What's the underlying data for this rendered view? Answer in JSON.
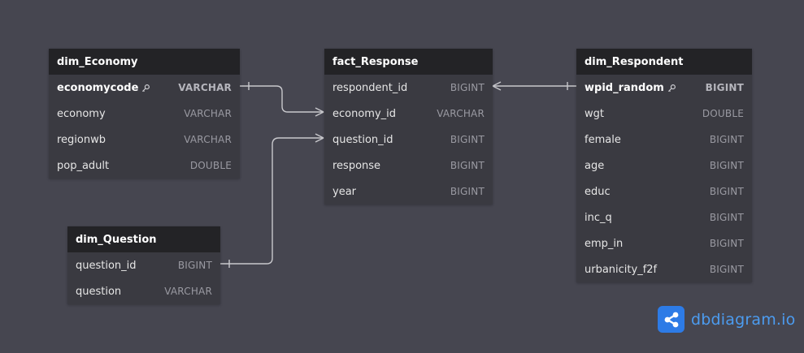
{
  "tables": {
    "dim_economy": {
      "name": "dim_Economy",
      "fields": [
        {
          "name": "economycode",
          "type": "VARCHAR",
          "pk": true
        },
        {
          "name": "economy",
          "type": "VARCHAR",
          "pk": false
        },
        {
          "name": "regionwb",
          "type": "VARCHAR",
          "pk": false
        },
        {
          "name": "pop_adult",
          "type": "DOUBLE",
          "pk": false
        }
      ]
    },
    "fact_response": {
      "name": "fact_Response",
      "fields": [
        {
          "name": "respondent_id",
          "type": "BIGINT",
          "pk": false
        },
        {
          "name": "economy_id",
          "type": "VARCHAR",
          "pk": false
        },
        {
          "name": "question_id",
          "type": "BIGINT",
          "pk": false
        },
        {
          "name": "response",
          "type": "BIGINT",
          "pk": false
        },
        {
          "name": "year",
          "type": "BIGINT",
          "pk": false
        }
      ]
    },
    "dim_respondent": {
      "name": "dim_Respondent",
      "fields": [
        {
          "name": "wpid_random",
          "type": "BIGINT",
          "pk": true
        },
        {
          "name": "wgt",
          "type": "DOUBLE",
          "pk": false
        },
        {
          "name": "female",
          "type": "BIGINT",
          "pk": false
        },
        {
          "name": "age",
          "type": "BIGINT",
          "pk": false
        },
        {
          "name": "educ",
          "type": "BIGINT",
          "pk": false
        },
        {
          "name": "inc_q",
          "type": "BIGINT",
          "pk": false
        },
        {
          "name": "emp_in",
          "type": "BIGINT",
          "pk": false
        },
        {
          "name": "urbanicity_f2f",
          "type": "BIGINT",
          "pk": false
        }
      ]
    },
    "dim_question": {
      "name": "dim_Question",
      "fields": [
        {
          "name": "question_id",
          "type": "BIGINT",
          "pk": false
        },
        {
          "name": "question",
          "type": "VARCHAR",
          "pk": false
        }
      ]
    }
  },
  "icons": {
    "primary_key": "key-icon",
    "brand_logo": "share-nodes-icon"
  },
  "brand": {
    "text": "dbdiagram.io"
  },
  "colors": {
    "background": "#464650",
    "header": "#232326",
    "body": "#3a3a41",
    "line": "#c8c8cc",
    "brand": "#4c9cf0"
  }
}
